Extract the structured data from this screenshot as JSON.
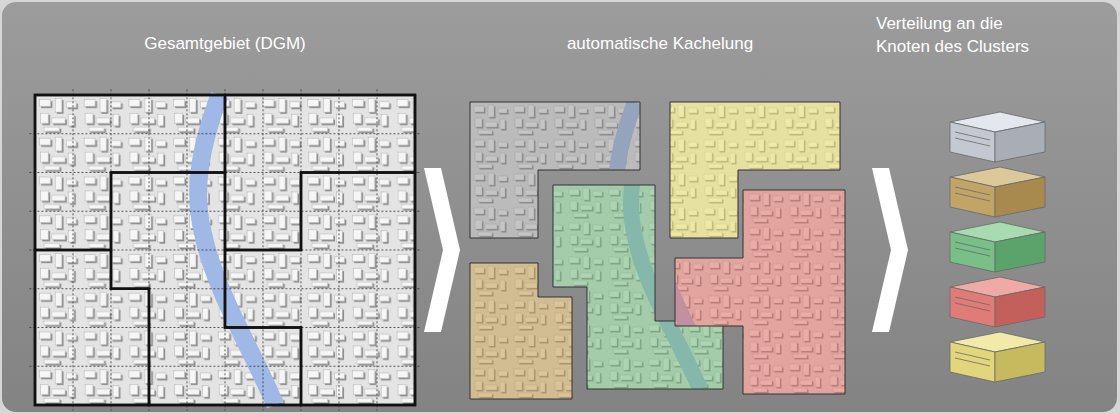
{
  "diagram": {
    "labels": [
      "Gesamtgebiet (DGM)",
      "automatische Kachelung",
      "Verteilung an die Knoten des Clusters"
    ]
  }
}
